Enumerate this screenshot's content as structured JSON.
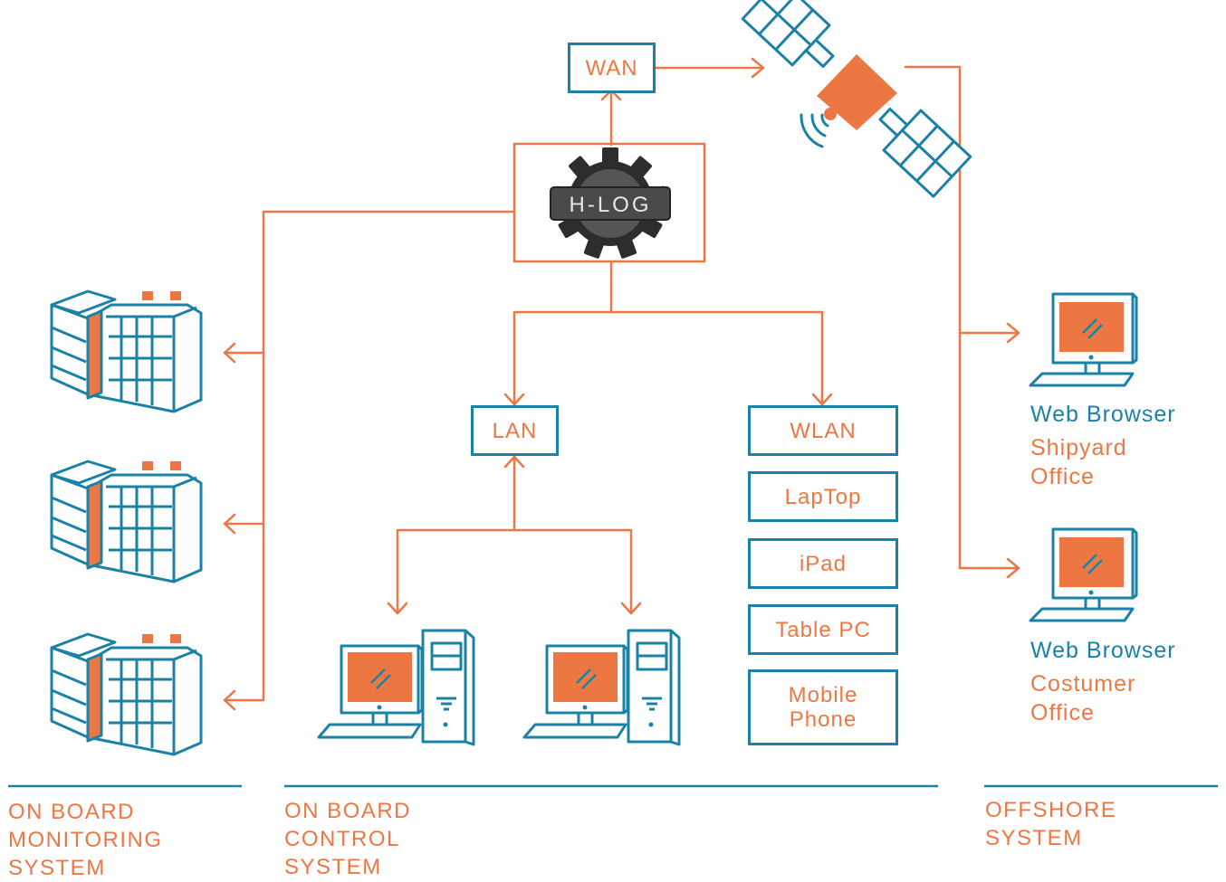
{
  "colors": {
    "orange": "#ed7742",
    "teal": "#1b82a6",
    "gear": "#3a3a3a"
  },
  "nodes": {
    "wan": "WAN",
    "hlog_logo": "H-LOG",
    "lan": "LAN",
    "wlan": "WLAN",
    "laptop": "LapTop",
    "ipad": "iPad",
    "tablepc": "Table PC",
    "mobile_line1": "Mobile",
    "mobile_line2": "Phone"
  },
  "offshore_clients": [
    {
      "browser": "Web Browser",
      "office_line1": "Shipyard",
      "office_line2": "Office"
    },
    {
      "browser": "Web Browser",
      "office_line1": "Costumer",
      "office_line2": "Office"
    }
  ],
  "sections": [
    {
      "line1": "ON BOARD",
      "line2": "MONITORING",
      "line3": "SYSTEM"
    },
    {
      "line1": "ON BOARD",
      "line2": "CONTROL",
      "line3": "SYSTEM"
    },
    {
      "line1": "OFFSHORE",
      "line2": "SYSTEM"
    }
  ],
  "icons": {
    "satellite": "satellite-icon",
    "plc": "plc-module-icon",
    "workstation": "desktop-computer-icon",
    "monitor": "monitor-icon",
    "gear": "gear-logo-icon"
  }
}
